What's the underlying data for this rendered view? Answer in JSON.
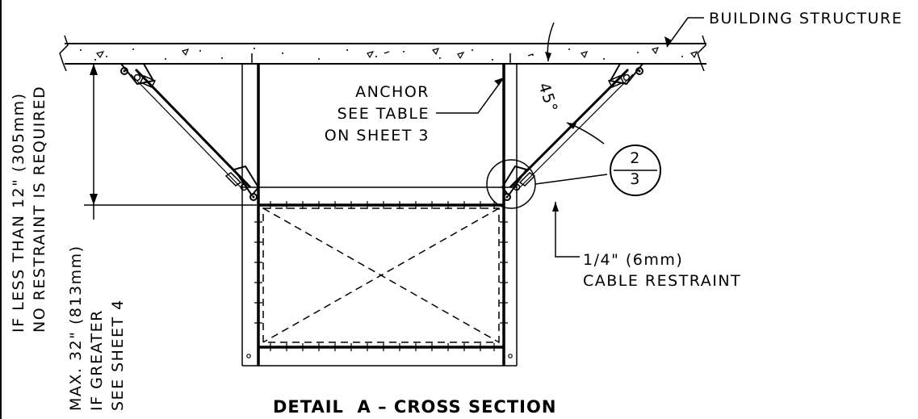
{
  "labels": {
    "building_structure": "BUILDING STRUCTURE",
    "anchor_line1": "ANCHOR",
    "anchor_line2": "SEE TABLE",
    "anchor_line3": "ON SHEET 3",
    "angle": "45°",
    "detail_top": "2",
    "detail_bottom": "3",
    "cable_line1": "1/4\" (6mm)",
    "cable_line2": "CABLE RESTRAINT",
    "dim_left_line1": "IF LESS THAN 12\" (305mm)",
    "dim_left_line2": "NO RESTRAINT IS REQUIRED",
    "dim_right_line1": "MAX. 32\" (813mm)",
    "dim_right_line2": "IF GREATER",
    "dim_right_line3": "SEE SHEET 4",
    "title": "DETAIL  A – CROSS SECTION"
  }
}
